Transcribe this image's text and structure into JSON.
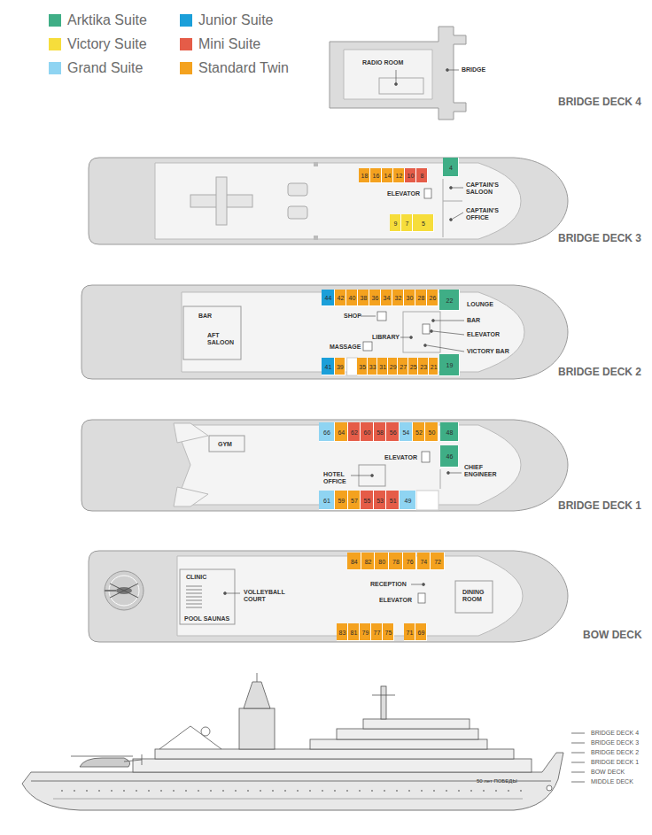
{
  "diagram": {
    "nodes": [
      {
        "text": [
          "18"
        ]
      },
      {
        "text": [
          "16"
        ]
      },
      {
        "text": [
          "14"
        ]
      },
      {
        "text": [
          "12"
        ]
      },
      {
        "text": [
          "10"
        ]
      },
      {
        "text": [
          "8"
        ]
      },
      {
        "text": [
          "4"
        ]
      },
      {
        "text": [
          "9"
        ]
      },
      {
        "text": [
          "7"
        ]
      },
      {
        "text": [
          "5"
        ]
      },
      {
        "text": [
          "44"
        ]
      },
      {
        "text": [
          "42"
        ]
      },
      {
        "text": [
          "40"
        ]
      },
      {
        "text": [
          "38"
        ]
      },
      {
        "text": [
          "36"
        ]
      },
      {
        "text": [
          "34"
        ]
      },
      {
        "text": [
          "32"
        ]
      },
      {
        "text": [
          "30"
        ]
      },
      {
        "text": [
          "28"
        ]
      },
      {
        "text": [
          "26"
        ]
      },
      {
        "text": [
          "22"
        ]
      },
      {
        "text": [
          "41"
        ]
      },
      {
        "text": [
          "39"
        ]
      },
      {
        "text": [
          "35"
        ]
      },
      {
        "text": [
          "33"
        ]
      },
      {
        "text": [
          "31"
        ]
      },
      {
        "text": [
          "29"
        ]
      },
      {
        "text": [
          "27"
        ]
      },
      {
        "text": [
          "25"
        ]
      },
      {
        "text": [
          "23"
        ]
      },
      {
        "text": [
          "21"
        ]
      },
      {
        "text": [
          "19"
        ]
      },
      {
        "text": [
          "66"
        ]
      },
      {
        "text": [
          "64"
        ]
      },
      {
        "text": [
          "62"
        ]
      },
      {
        "text": [
          "60"
        ]
      },
      {
        "text": [
          "58"
        ]
      },
      {
        "text": [
          "56"
        ]
      },
      {
        "text": [
          "54"
        ]
      },
      {
        "text": [
          "52"
        ]
      },
      {
        "text": [
          "50"
        ]
      },
      {
        "text": [
          "48"
        ]
      },
      {
        "text": [
          "46"
        ]
      },
      {
        "text": [
          "61"
        ]
      },
      {
        "text": [
          "59"
        ]
      },
      {
        "text": [
          "57"
        ]
      },
      {
        "text": [
          "55"
        ]
      },
      {
        "text": [
          "53"
        ]
      },
      {
        "text": [
          "51"
        ]
      },
      {
        "text": [
          "49"
        ]
      },
      {
        "text": [
          "84"
        ]
      },
      {
        "text": [
          "82"
        ]
      },
      {
        "text": [
          "80"
        ]
      },
      {
        "text": [
          "78"
        ]
      },
      {
        "text": [
          "76"
        ]
      },
      {
        "text": [
          "74"
        ]
      },
      {
        "text": [
          "72"
        ]
      },
      {
        "text": [
          "83"
        ]
      },
      {
        "text": [
          "81"
        ]
      },
      {
        "text": [
          "79"
        ]
      },
      {
        "text": [
          "77"
        ]
      },
      {
        "text": [
          "75"
        ]
      },
      {
        "text": [
          "71"
        ]
      },
      {
        "text": [
          "69"
        ]
      }
    ],
    "labels": [
      "RADIO ROOM",
      "BRIDGE",
      "BRIDGE DECK 4",
      "ELEVATOR",
      "CAPTAIN'S SALOON",
      "CAPTAIN'S OFFICE",
      "BRIDGE DECK 3",
      "LOUNGE",
      "BAR",
      "SHOP",
      "BAR",
      "AFT SALOON",
      "ELEVATOR",
      "LIBRARY",
      "MASSAGE",
      "VICTORY BAR",
      "BRIDGE DECK 2",
      "GYM",
      "ELEVATOR",
      "HOTEL OFFICE",
      "CHIEF ENGINEER",
      "BRIDGE DECK 1",
      "CLINIC",
      "VOLLEYBALL COURT",
      "RECEPTION",
      "ELEVATOR",
      "POOL SAUNAS",
      "DINING ROOM",
      "BOW DECK",
      "50 лет ПОБЕДЫ",
      "BRIDGE DECK 4",
      "BRIDGE DECK 3",
      "BRIDGE DECK 2",
      "BRIDGE DECK 1",
      "BOW DECK",
      "MIDDLE DECK"
    ],
    "legend": [
      {
        "text": "Arktika Suite",
        "color": "#3fae86"
      },
      {
        "text": "Victory Suite",
        "color": "#f6dd3b"
      },
      {
        "text": "Grand Suite",
        "color": "#8fd4f2"
      },
      {
        "text": "Junior Suite",
        "color": "#1b9fd9"
      },
      {
        "text": "Mini Suite",
        "color": "#e55c48"
      },
      {
        "text": "Standard Twin",
        "color": "#f4a21f"
      }
    ]
  }
}
